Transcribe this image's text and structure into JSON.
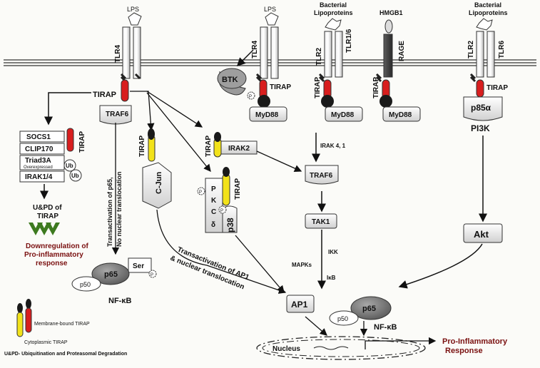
{
  "ligands": {
    "lps1": "LPS",
    "lps2": "LPS",
    "bact1": [
      "Bacterial",
      "Lipoproteins"
    ],
    "hmgb1": "HMGB1",
    "bact2": [
      "Bacterial",
      "Lipoproteins"
    ]
  },
  "receptors": {
    "tlr4a": "TLR4",
    "tlr4b": "TLR4",
    "tlr2a": "TLR2",
    "tlr16": "TLR1/6",
    "rage": "RAGE",
    "tlr2b": "TLR2",
    "tlr6": "TLR6"
  },
  "adaptors": {
    "tirap_main": "TIRAP",
    "tirap_btk": "TIRAP",
    "tirap_tlr2": "TIRAP",
    "tirap_rage": "TIRAP",
    "tirap_pi3k": "TIRAP",
    "tirap_socs": "TIRAP",
    "tirap_cjun": "TIRAP",
    "tirap_irak2": "TIRAP",
    "tirap_pkc": "TIRAP",
    "btk": "BTK",
    "myd88_1": "MyD88",
    "myd88_2": "MyD88",
    "myd88_3": "MyD88",
    "p85": "p85α",
    "pi3k": "PI3K"
  },
  "left_branch": {
    "boxes": [
      "SOCS1",
      "CLIP170",
      "Triad3A",
      "IRAK1/4"
    ],
    "overexpressed": "Overexpressed",
    "ub1": "Ub",
    "ub2": "Ub",
    "updtext": [
      "U&PD of",
      "TIRAP"
    ],
    "downreg": [
      "Downregulation of",
      "Pro-inflammatory",
      "response"
    ]
  },
  "middle": {
    "traf6_top": "TRAF6",
    "transact_p65": [
      "Transactivation of p65,",
      "No nuclear translocation"
    ],
    "cjun": "C-Jun",
    "irak2": "IRAK2",
    "pkc_letters": [
      "P",
      "K",
      "C",
      "δ"
    ],
    "p38": "p38",
    "ser": "Ser",
    "p65_left": "p65",
    "p50_left": "p50",
    "nfkb_left": "NF-κB",
    "transact_ap1": [
      "Transactivation of AP1",
      "& nuclear translocation"
    ]
  },
  "cascade": {
    "irak41": "IRAK 4, 1",
    "traf6": "TRAF6",
    "tak1": "TAK1",
    "ikk": "IKK",
    "mapks": "MAPKs",
    "ikb": "IκB",
    "akt": "Akt"
  },
  "nucleus": {
    "ap1": "AP1",
    "p65": "p65",
    "p50": "p50",
    "nfkb": "NF-κB",
    "label": "Nucleus",
    "output": [
      "Pro-Inflammatory",
      "Response"
    ]
  },
  "legend": {
    "membrane": "Membrane-bound TIRAP",
    "cytoplasmic": "Cytoplasmic TIRAP",
    "updef": "U&PD- Ubiquitination and Proteasomal Degradation"
  },
  "phospho": "P",
  "colors": {
    "red": "#d81e1e",
    "yellow": "#f2e21a",
    "box_fill": "#e2e2e2",
    "dark_text": "#7a1010",
    "green": "#3d7a1f"
  }
}
